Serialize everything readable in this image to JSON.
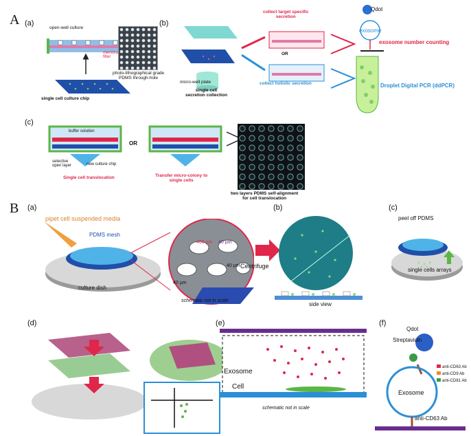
{
  "section_a": {
    "letter": "A",
    "panel_a": {
      "tag": "(a)",
      "open_well_culture": "open-well culture",
      "membrane_filter": "membrane\nfilter",
      "photo_litho": "photo-lithographical grade\nPDMS through-hole",
      "chip": "single cell culture chip"
    },
    "panel_b": {
      "tag": "(b)",
      "microwell": "micro-well plate",
      "secretion": "single cell\nsecretion collection",
      "collect_target": "collect target specific\nsecretion",
      "or": "OR",
      "collect_holistic": "collect holistic secretion",
      "qdot": "Qdot",
      "exosome": "exosome",
      "exo_counting": "exosome number counting",
      "ddpcr": "Droplet Digital PCR (ddPCR)"
    },
    "panel_c": {
      "tag": "(c)",
      "buffer": "buffer solution",
      "selective": "selective\nopen layer",
      "new_chip": "new culture chip",
      "or": "OR",
      "translocation": "Single cell translocation",
      "transfer": "Transfer micro-colony to\nsingle cells",
      "alignment": "two layers PDMS self-alignment\nfor cell translocation"
    }
  },
  "section_b": {
    "letter": "B",
    "panel_a": {
      "tag": "(a)",
      "pipet": "pipet cell suspended media",
      "mesh": "PDMS mesh",
      "dish": "culture dish",
      "d1": "400 µm",
      "d2": "40 µm",
      "d3": "40 µm",
      "d4": "40 µm",
      "note": "schematic not in scale",
      "centrifuge": "Centrifuge"
    },
    "panel_b": {
      "tag": "(b)",
      "side": "side view"
    },
    "panel_c": {
      "tag": "(c)",
      "peel": "peel off PDMS",
      "arrays": "single cells arrays"
    },
    "panel_d": {
      "tag": "(d)"
    },
    "panel_e": {
      "tag": "(e)",
      "exosome": "Exosome",
      "cell": "Cell",
      "note": "schematic not in scale"
    },
    "panel_f": {
      "tag": "(f)",
      "qdot": "Qdot",
      "strep": "Streptavidin",
      "ab1": "anti-CD63 Ab",
      "ab2": "anti-CD9 Ab",
      "ab3": "anti-CD81 Ab",
      "exosome": "Exosome",
      "base_ab": "anti-CD63 Ab"
    }
  },
  "colors": {
    "pink": "#e0264a",
    "blue": "#2a8fd6",
    "green": "#5ab646",
    "purple": "#6a2c8e",
    "chip_blue": "#1f4fa8"
  }
}
